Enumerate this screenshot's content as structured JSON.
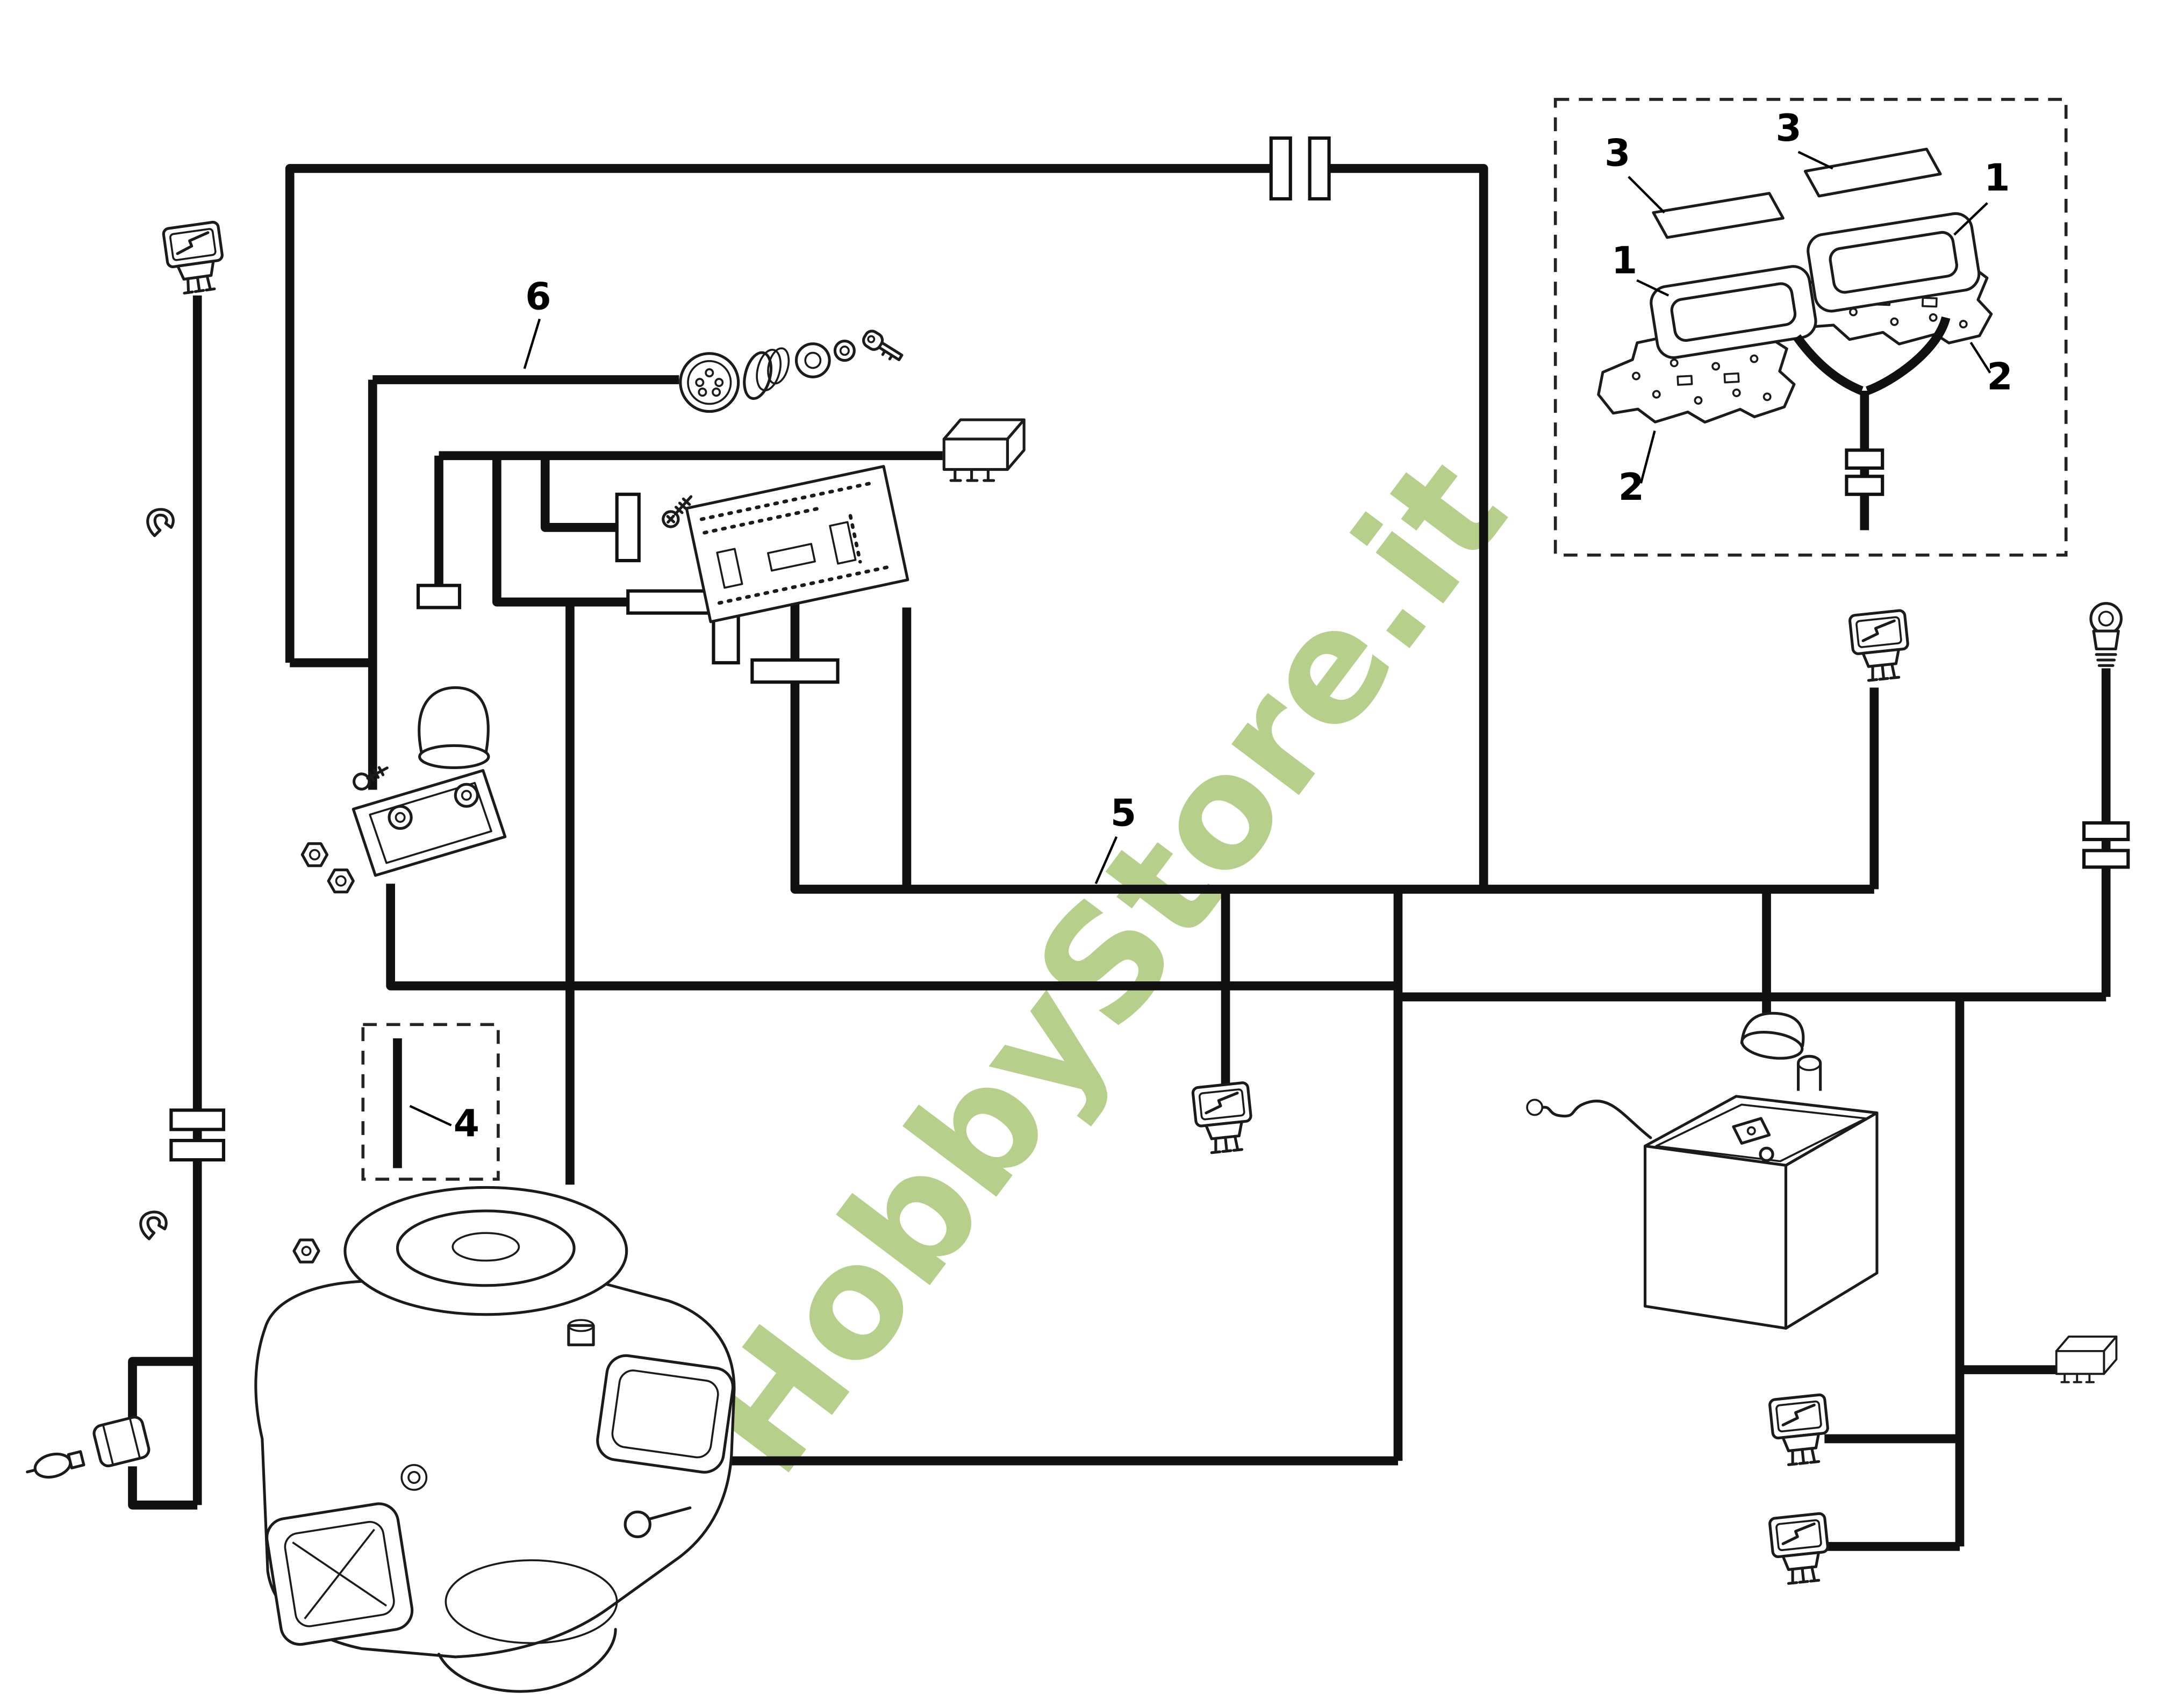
{
  "watermark": {
    "text": "HobbyStore.it",
    "color": "#a2c46c"
  },
  "colors": {
    "background": "#ffffff",
    "line": "#111111",
    "label": "#000000"
  },
  "labels": {
    "part6": "6",
    "part5": "5",
    "part4": "4",
    "inset_3_left": "3",
    "inset_3_right": "3",
    "inset_1_left": "1",
    "inset_1_right": "1",
    "inset_2_left": "2",
    "inset_2_right": "2"
  }
}
